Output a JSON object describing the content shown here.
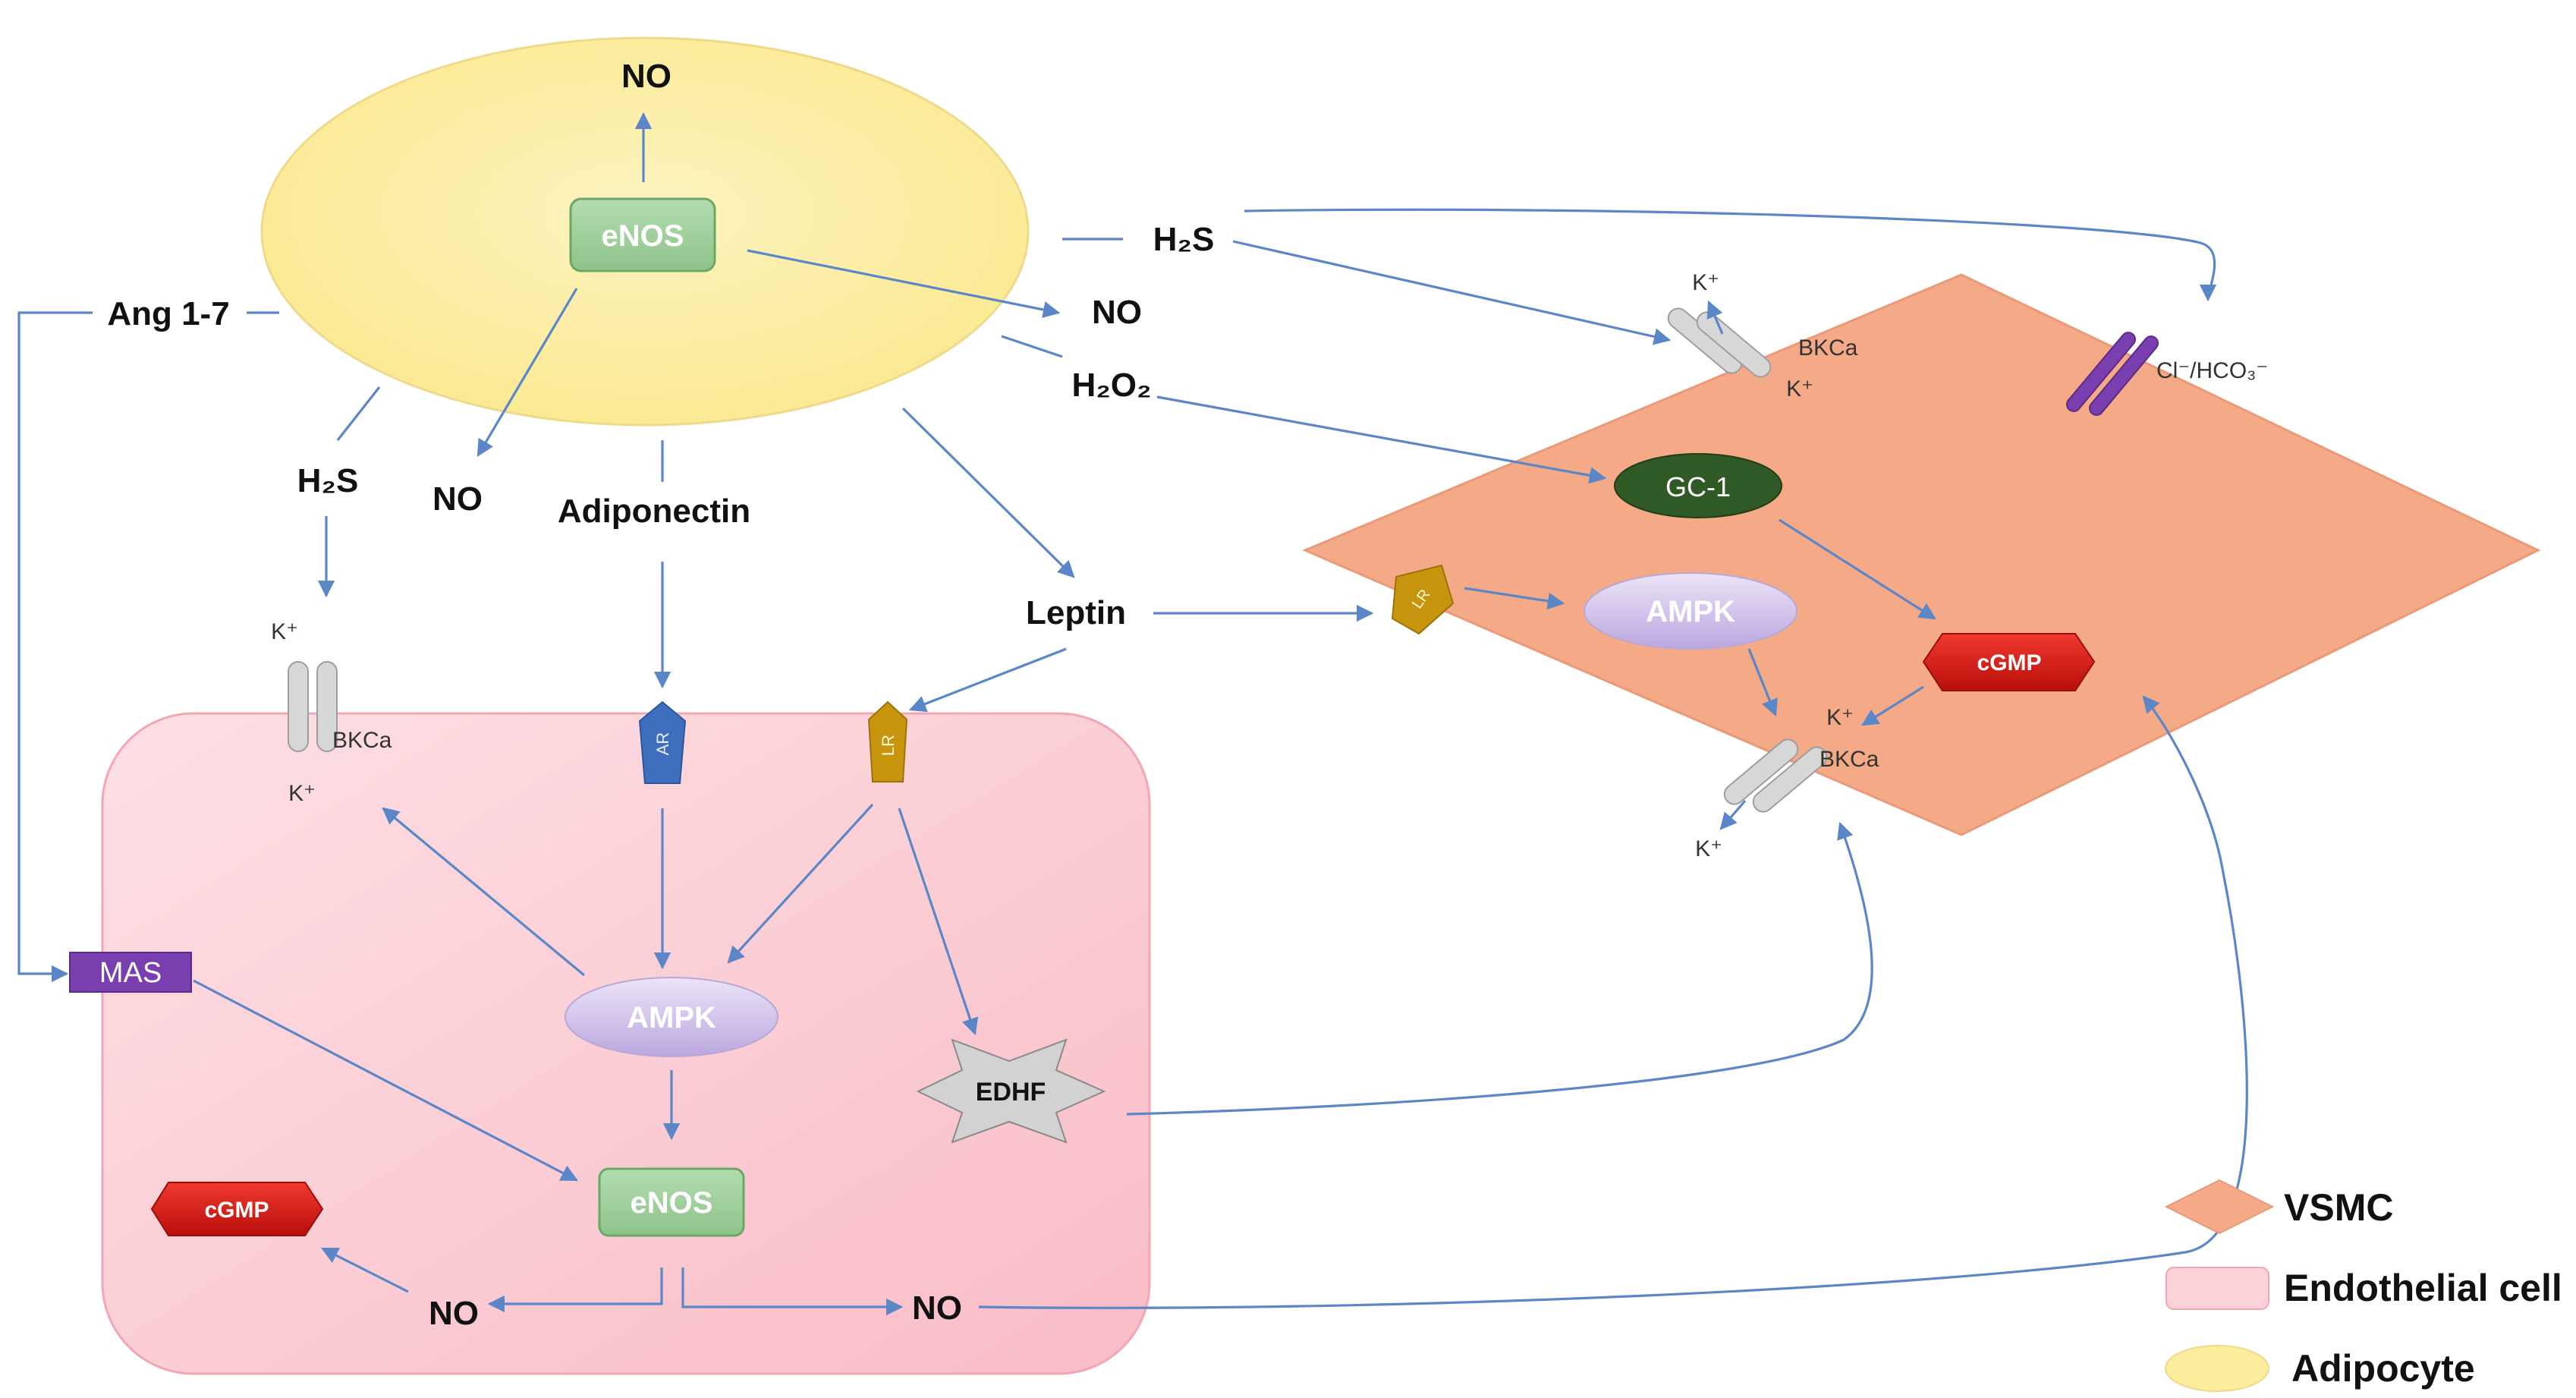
{
  "labels": {
    "no_top": "NO",
    "enos_adipo": "eNOS",
    "h2s_right": "H₂S",
    "no_right": "NO",
    "h2o2": "H₂O₂",
    "ang": "Ang 1-7",
    "h2s_left": "H₂S",
    "no_left": "NO",
    "adiponectin": "Adiponectin",
    "leptin": "Leptin",
    "ampk_endo": "AMPK",
    "enos_endo": "eNOS",
    "mas": "MAS",
    "edhf": "EDHF",
    "cgmp_endo": "cGMP",
    "no_bottom_left": "NO",
    "no_bottom_right": "NO",
    "ar": "AR",
    "lr_endo": "LR",
    "lr_vsmc": "LR",
    "gc1": "GC-1",
    "ampk_vsmc": "AMPK",
    "cgmp_vsmc": "cGMP"
  },
  "channels": {
    "bkca": "BKCa",
    "k_plus": "K⁺",
    "exchanger": "Cl⁻/HCO₃⁻"
  },
  "legend": [
    {
      "label": "VSMC",
      "color": "#f4a987"
    },
    {
      "label": "Endothelial cell",
      "color": "#fbd2d8"
    },
    {
      "label": "Adipocyte",
      "color": "#fcee9e"
    }
  ],
  "colors": {
    "arrow": "#5b86c7",
    "adipocyte": "#fcee9e",
    "endothelial": "#fbcdd4",
    "vsmc": "#f4a987",
    "enos": "#9fcf9c",
    "ampk": "#c9b9e6",
    "gc1": "#2f5a26",
    "cgmp": "#e01b14",
    "mas": "#7a3fae",
    "ar": "#3e6fbf",
    "lr": "#c7950e",
    "edhf": "#cfcfcf",
    "exchanger": "#7a3fae"
  }
}
